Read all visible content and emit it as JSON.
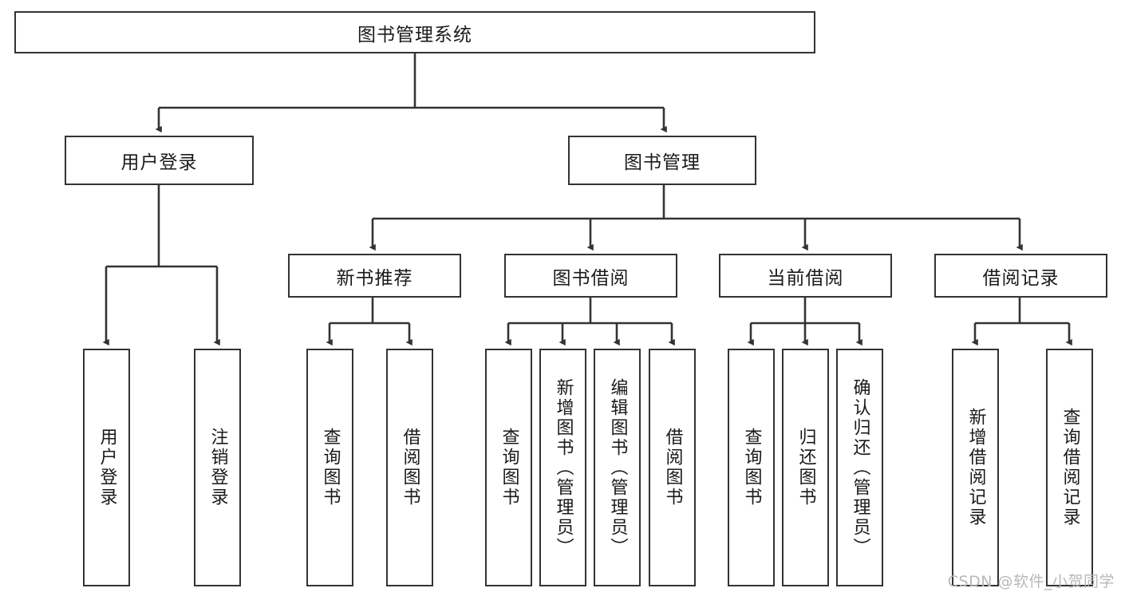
{
  "diagram": {
    "title": "图书管理系统",
    "type": "hierarchy-tree",
    "orientation": "top-down",
    "levels": 4,
    "colors": {
      "box_border": "#333333",
      "box_fill": "#ffffff",
      "line": "#333333",
      "text": "#1a1a1a",
      "watermark": "#b8b8b8"
    }
  },
  "nodes": {
    "root": {
      "label": "图书管理系统"
    },
    "level2": [
      {
        "id": "user-login",
        "label": "用户登录"
      },
      {
        "id": "book-manage",
        "label": "图书管理"
      }
    ],
    "level3": [
      {
        "id": "new-book-recommend",
        "label": "新书推荐"
      },
      {
        "id": "book-borrow",
        "label": "图书借阅"
      },
      {
        "id": "current-borrow",
        "label": "当前借阅"
      },
      {
        "id": "borrow-record",
        "label": "借阅记录"
      }
    ],
    "leaves": {
      "user-login": [
        {
          "id": "leaf-user-login",
          "label": "用户登录"
        },
        {
          "id": "leaf-logout-login",
          "label": "注销登录"
        }
      ],
      "new-book-recommend": [
        {
          "id": "leaf-query-book-1",
          "label": "查询图书"
        },
        {
          "id": "leaf-borrow-book-1",
          "label": "借阅图书"
        }
      ],
      "book-borrow": [
        {
          "id": "leaf-query-book-2",
          "label": "查询图书"
        },
        {
          "id": "leaf-add-book-admin",
          "label": "新增图书（管理员）"
        },
        {
          "id": "leaf-edit-book-admin",
          "label": "编辑图书（管理员）"
        },
        {
          "id": "leaf-borrow-book-2",
          "label": "借阅图书"
        }
      ],
      "current-borrow": [
        {
          "id": "leaf-query-book-3",
          "label": "查询图书"
        },
        {
          "id": "leaf-return-book",
          "label": "归还图书"
        },
        {
          "id": "leaf-confirm-return-admin",
          "label": "确认归还（管理员）"
        }
      ],
      "borrow-record": [
        {
          "id": "leaf-add-borrow-record",
          "label": "新增借阅记录"
        },
        {
          "id": "leaf-query-borrow-record",
          "label": "查询借阅记录"
        }
      ]
    }
  },
  "watermark": {
    "text": "CSDN @软件_小贺同学"
  }
}
